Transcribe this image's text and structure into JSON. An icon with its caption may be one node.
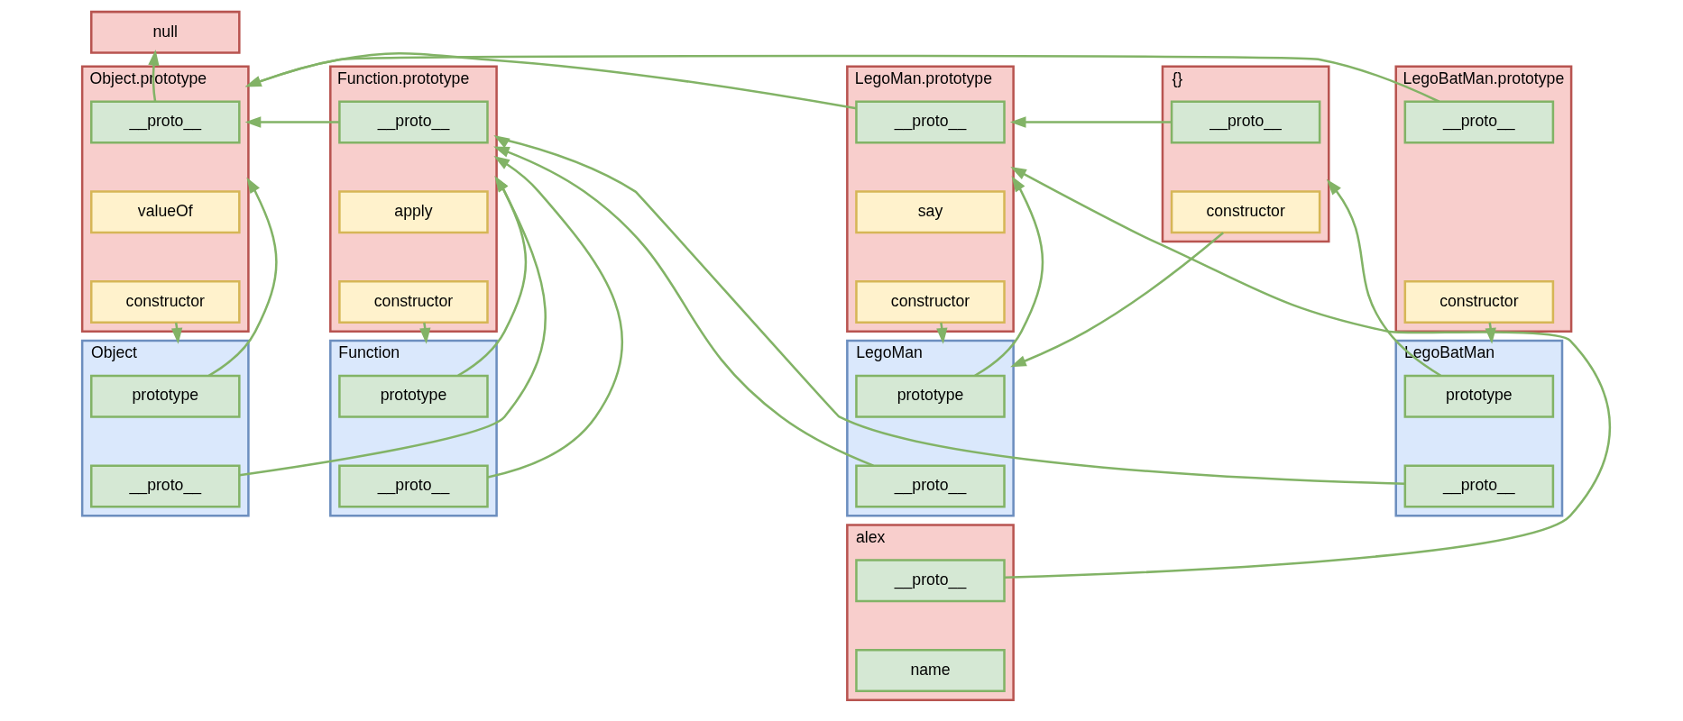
{
  "diagram": {
    "nodes": [
      {
        "text": [
          "null"
        ]
      },
      {
        "text": [
          "Object.prototype"
        ]
      },
      {
        "text": [
          "__proto__"
        ],
        "in": 1
      },
      {
        "text": [
          "valueOf"
        ],
        "in": 1
      },
      {
        "text": [
          "constructor"
        ],
        "in": 1
      },
      {
        "text": [
          "Function.prototype"
        ]
      },
      {
        "text": [
          "__proto__"
        ],
        "in": 5
      },
      {
        "text": [
          "apply"
        ],
        "in": 5
      },
      {
        "text": [
          "constructor"
        ],
        "in": 5
      },
      {
        "text": [
          "LegoMan.prototype"
        ]
      },
      {
        "text": [
          "__proto__"
        ],
        "in": 9
      },
      {
        "text": [
          "say"
        ],
        "in": 9
      },
      {
        "text": [
          "constructor"
        ],
        "in": 9
      },
      {
        "text": [
          "{}"
        ]
      },
      {
        "text": [
          "__proto__"
        ],
        "in": 13
      },
      {
        "text": [
          "constructor"
        ],
        "in": 13
      },
      {
        "text": [
          "LegoBatMan.prototype"
        ]
      },
      {
        "text": [
          "__proto__"
        ],
        "in": 16
      },
      {
        "text": [
          "constructor"
        ],
        "in": 16
      },
      {
        "text": [
          "Object"
        ]
      },
      {
        "text": [
          "prototype"
        ],
        "in": 19
      },
      {
        "text": [
          "__proto__"
        ],
        "in": 19
      },
      {
        "text": [
          "Function"
        ]
      },
      {
        "text": [
          "prototype"
        ],
        "in": 22
      },
      {
        "text": [
          "__proto__"
        ],
        "in": 22
      },
      {
        "text": [
          "LegoMan"
        ]
      },
      {
        "text": [
          "prototype"
        ],
        "in": 25
      },
      {
        "text": [
          "__proto__"
        ],
        "in": 25
      },
      {
        "text": [
          "LegoBatMan"
        ]
      },
      {
        "text": [
          "prototype"
        ],
        "in": 28
      },
      {
        "text": [
          "__proto__"
        ],
        "in": 28
      },
      {
        "text": [
          "alex"
        ]
      },
      {
        "text": [
          "__proto__"
        ],
        "in": 31
      },
      {
        "text": [
          "name"
        ],
        "in": 31
      }
    ],
    "edges": [
      {
        "from": 2,
        "to": 0,
        "arrow": "to"
      },
      {
        "from": 4,
        "to": 19,
        "arrow": "to"
      },
      {
        "from": 20,
        "to": 1,
        "arrow": "to"
      },
      {
        "from": 21,
        "to": 5,
        "arrow": "to"
      },
      {
        "from": 6,
        "to": 1,
        "arrow": "to"
      },
      {
        "from": 8,
        "to": 22,
        "arrow": "to"
      },
      {
        "from": 23,
        "to": 5,
        "arrow": "to"
      },
      {
        "from": 24,
        "to": 5,
        "arrow": "to"
      },
      {
        "from": 10,
        "to": 1,
        "arrow": "to"
      },
      {
        "from": 17,
        "to": 1,
        "arrow": "to"
      },
      {
        "from": 14,
        "to": 9,
        "arrow": "to"
      },
      {
        "from": 15,
        "to": 25,
        "arrow": "to"
      },
      {
        "from": 12,
        "to": 25,
        "arrow": "to"
      },
      {
        "from": 26,
        "to": 9,
        "arrow": "to"
      },
      {
        "from": 27,
        "to": 5,
        "arrow": "to"
      },
      {
        "from": 32,
        "to": 9,
        "arrow": "to"
      },
      {
        "from": 18,
        "to": 28,
        "arrow": "to"
      },
      {
        "from": 29,
        "to": 13,
        "arrow": "to"
      },
      {
        "from": 30,
        "to": 5,
        "arrow": "to"
      }
    ]
  }
}
